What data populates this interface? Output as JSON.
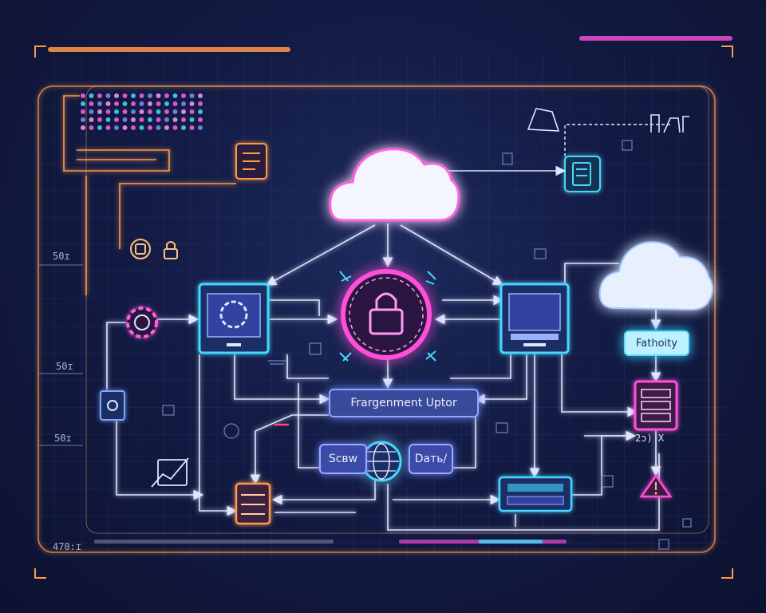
{
  "labels": {
    "main": "Frargenment Uptor",
    "left": "Sсвw",
    "right": "Dать/",
    "authority": "Fathoity",
    "code": "2ɔ) X"
  },
  "side_numbers": {
    "top": "50ɪ",
    "middle": "50ɪ",
    "lower": "50ɪ",
    "bottom": "470:ɪ"
  },
  "colors": {
    "background": "#131b44",
    "cyan": "#45d8ff",
    "magenta": "#ff4fd8",
    "orange": "#ff9a4a",
    "blue": "#6f86ff",
    "connector": "#dfe6ff"
  },
  "icons": [
    "cloud-icon",
    "cloud-icon",
    "lock-icon",
    "padlock-icon",
    "gear-icon",
    "monitor-icon",
    "laptop-icon",
    "server-rack-icon",
    "server-icon",
    "globe-icon",
    "warning-icon",
    "document-icon",
    "chart-icon",
    "clipboard-icon"
  ]
}
